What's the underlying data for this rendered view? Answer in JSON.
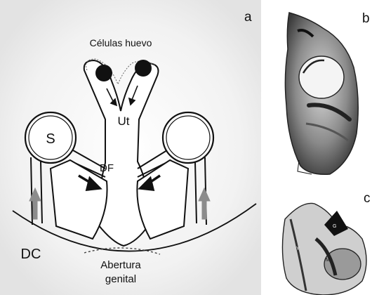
{
  "panels": {
    "a": "a",
    "b": "b",
    "c": "c"
  },
  "diagram_labels": {
    "egg_cells": "Células huevo",
    "uterus": "Ut",
    "spermatheca": "S",
    "fertilization_duct": "DF",
    "copulatory_duct": "DC",
    "genital_opening_line1": "Abertura",
    "genital_opening_line2": "genital"
  },
  "specimen_c_marks": [
    "Y",
    "G",
    "M"
  ],
  "colors": {
    "ink": "#111111",
    "arrow_gray": "#8c8c8c",
    "background_gray": "#e6e6e6"
  }
}
